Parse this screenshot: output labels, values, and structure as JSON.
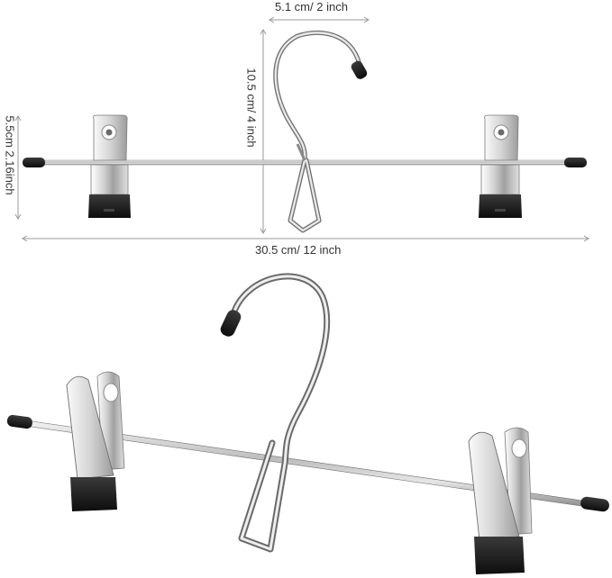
{
  "dimensions": {
    "top_width": "5.1 cm/ 2 inch",
    "hook_height": "10.5 cm/ 4 inch",
    "clip_height": "5.5cm 2.16inch",
    "bar_length": "30.5 cm/ 12 inch"
  },
  "colors": {
    "chrome_light": "#eeeeee",
    "chrome_mid": "#c4c4c4",
    "chrome_dark": "#7a7a7a",
    "rubber": "#1a1a1a",
    "dim_line": "#9a9a9a"
  }
}
